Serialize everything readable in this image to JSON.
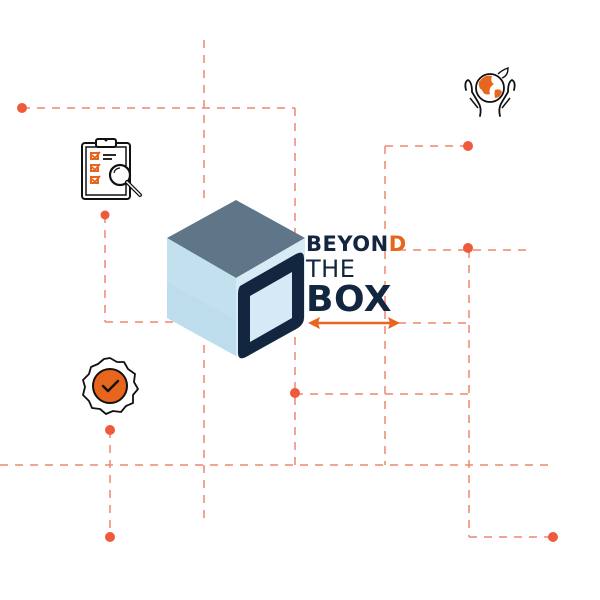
{
  "logo": {
    "line1_main": "BEYON",
    "line1_accent": "D",
    "line2": "THE",
    "line3": "BOX"
  },
  "icons": [
    {
      "name": "clipboard-checklist-magnifier-icon"
    },
    {
      "name": "hands-holding-globe-icon"
    },
    {
      "name": "badge-checkmark-icon"
    },
    {
      "name": "double-headed-arrow-icon"
    }
  ],
  "colors": {
    "accent": "#e8651e",
    "dot": "#ee5a3a",
    "dashed_line": "#f0876e",
    "navy": "#13263f",
    "cube_top": "#5f7689",
    "cube_side": "#c3e0ef"
  }
}
